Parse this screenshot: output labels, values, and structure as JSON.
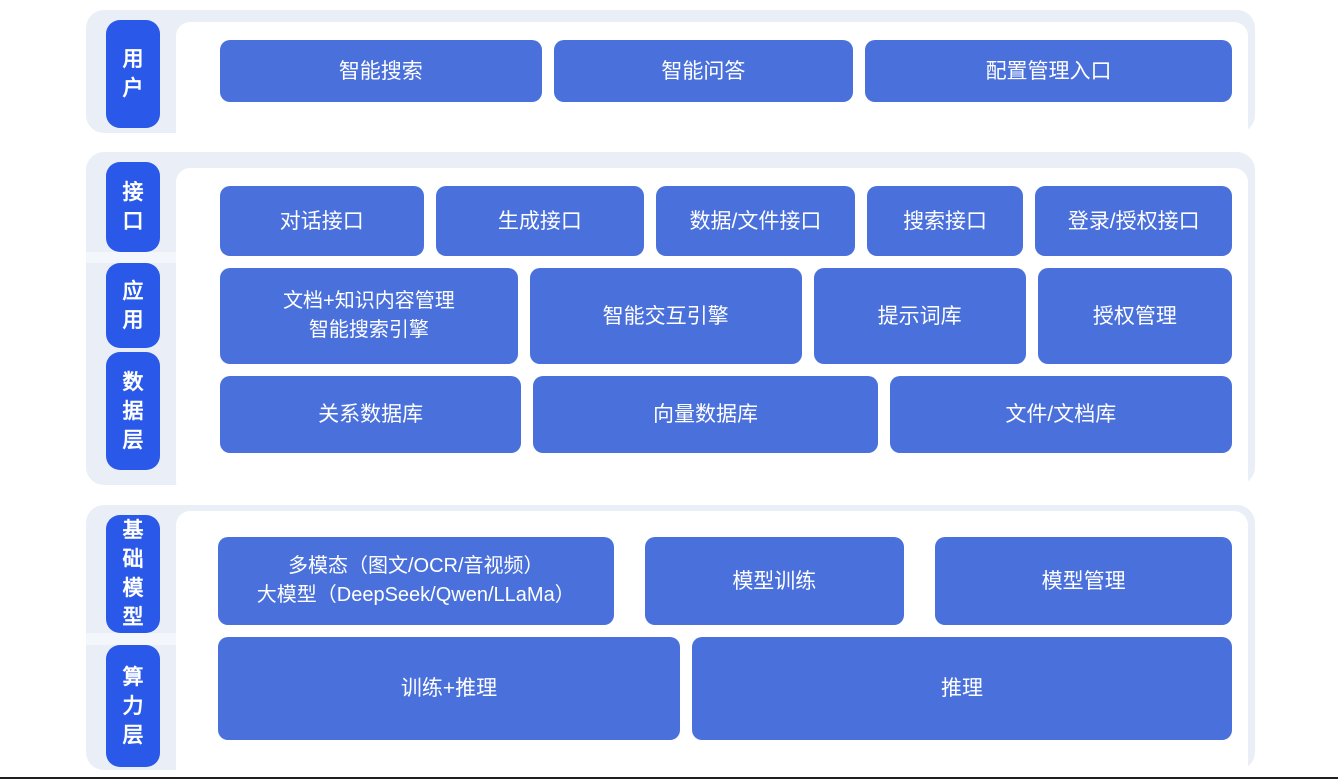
{
  "colors": {
    "band_bg": "#e9eef7",
    "pill_blue": "#2a58e9",
    "box_blue": "#4a70dc",
    "panel_bg": "#ffffff",
    "bottom_line": "#1f1f1f"
  },
  "layers": {
    "user": {
      "pill": "用户",
      "boxes": [
        "智能搜索",
        "智能问答",
        "配置管理入口"
      ]
    },
    "middle": {
      "pills": [
        "接口",
        "应用",
        "数据层"
      ],
      "row1": [
        "对话接口",
        "生成接口",
        "数据/文件接口",
        "搜索接口",
        "登录/授权接口"
      ],
      "row2_box1_line1": "文档+知识内容管理",
      "row2_box1_line2": "智能搜索引擎",
      "row2": [
        "智能交互引擎",
        "提示词库",
        "授权管理"
      ],
      "row3": [
        "关系数据库",
        "向量数据库",
        "文件/文档库"
      ]
    },
    "bottom": {
      "pills": [
        "基础模型",
        "算力层"
      ],
      "row1_box1_line1": "多模态（图文/OCR/音视频）",
      "row1_box1_line2": "大模型（DeepSeek/Qwen/LLaMa）",
      "row1": [
        "模型训练",
        "模型管理"
      ],
      "row2": [
        "训练+推理",
        "推理"
      ]
    }
  }
}
